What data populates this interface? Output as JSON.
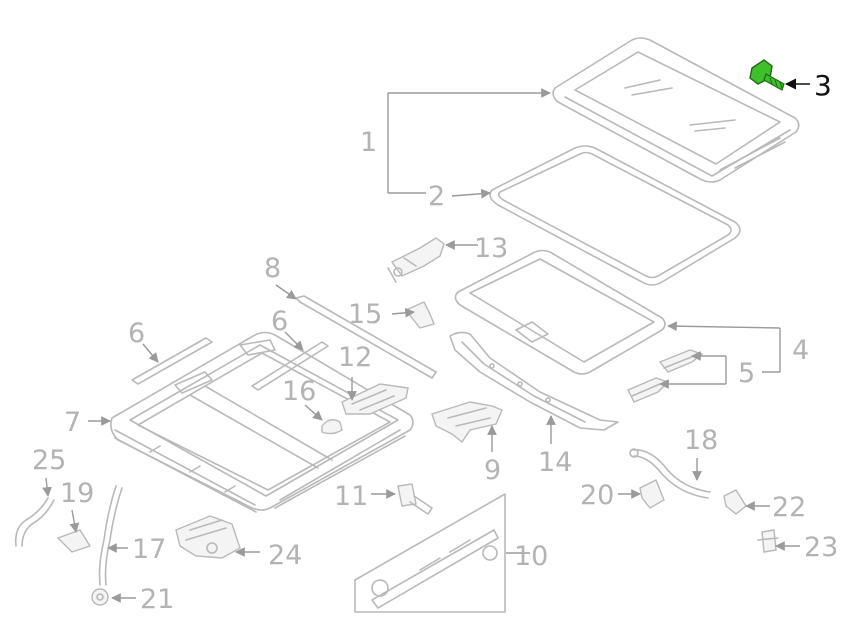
{
  "colors": {
    "background": "#ffffff",
    "part_line": "#b9b9b9",
    "callout_text": "#b3b3b3",
    "highlight_part": "#3fbf2a",
    "highlight_text": "#111111"
  },
  "highlighted_part": "3",
  "callouts": {
    "c1": "1",
    "c2": "2",
    "c3": "3",
    "c4": "4",
    "c5": "5",
    "c6a": "6",
    "c6b": "6",
    "c7": "7",
    "c8": "8",
    "c9": "9",
    "c10": "10",
    "c11": "11",
    "c12": "12",
    "c13": "13",
    "c14": "14",
    "c15": "15",
    "c16": "16",
    "c17": "17",
    "c18": "18",
    "c19": "19",
    "c20": "20",
    "c21": "21",
    "c22": "22",
    "c23": "23",
    "c24": "24",
    "c25": "25"
  }
}
